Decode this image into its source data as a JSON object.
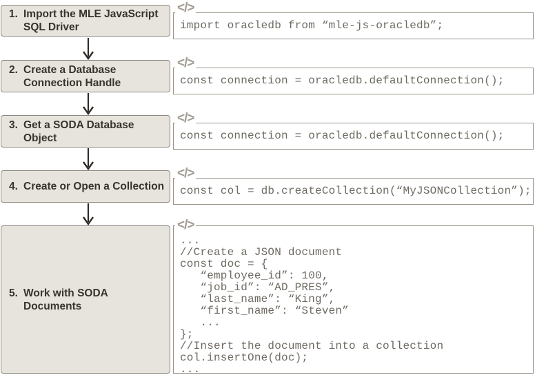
{
  "diagram": {
    "description_colors": {
      "step_box_fill": "#e7e4de",
      "step_box_border": "#8d8881",
      "code_box_border": "#999288",
      "code_text": "#6e6a62",
      "icon_gray": "#a39d92",
      "title_text": "#37332e",
      "arrow": "#2f2c28"
    },
    "icons": {
      "code_glyph": "</>"
    },
    "steps": [
      {
        "number": "1.",
        "title": "Import the MLE JavaScript\nSQL Driver",
        "code": "import oracledb from “mle-js-oracledb”;"
      },
      {
        "number": "2.",
        "title": "Create a Database\nConnection Handle",
        "code": "const connection = oracledb.defaultConnection();"
      },
      {
        "number": "3.",
        "title": "Get a SODA Database\nObject",
        "code": "const connection = oracledb.defaultConnection();"
      },
      {
        "number": "4.",
        "title": "Create or Open a Collection",
        "code": "const col = db.createCollection(“MyJSONCollection”);"
      },
      {
        "number": "5.",
        "title": "Work with SODA\nDocuments",
        "code": "...\n//Create a JSON document\nconst doc = {\n   “employee_id”: 100,\n   “job_id”: “AD_PRES”,\n   “last_name”: “King”,\n   “first_name”: “Steven”\n   ...\n};\n//Insert the document into a collection\ncol.insertOne(doc);\n..."
      }
    ]
  }
}
